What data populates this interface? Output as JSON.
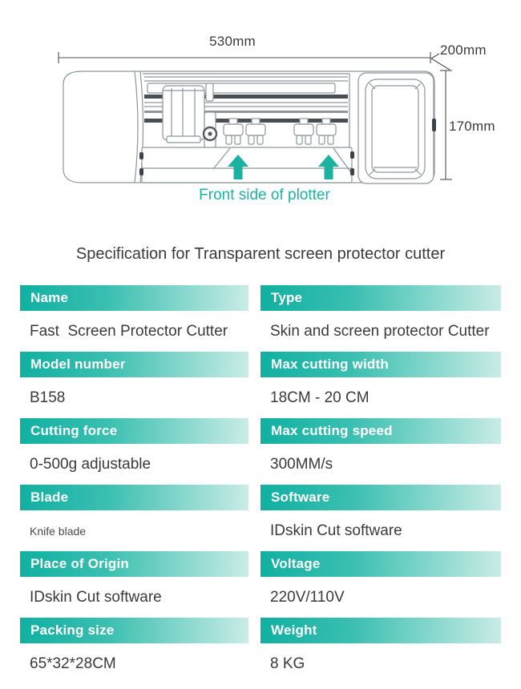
{
  "diagram": {
    "width_label": "530mm",
    "depth_label": "200mm",
    "height_label": "170mm",
    "caption": "Front side of plotter",
    "accent_color": "#1bb3a1",
    "line_color": "#8f959a"
  },
  "title": "Specification for Transparent screen protector cutter",
  "table": {
    "header_gradient_start": "#10b0a2",
    "header_gradient_end": "#c9ece6",
    "rows": [
      {
        "left": {
          "header": "Name",
          "value": "Fast  Screen Protector Cutter"
        },
        "right": {
          "header": "Type",
          "value": "Skin and screen protector Cutter"
        }
      },
      {
        "left": {
          "header": "Model number",
          "value": "B158"
        },
        "right": {
          "header": "Max cutting width",
          "value": "18CM - 20 CM"
        }
      },
      {
        "left": {
          "header": "Cutting force",
          "value": "0-500g adjustable"
        },
        "right": {
          "header": "Max cutting speed",
          "value": "300MM/s"
        }
      },
      {
        "left": {
          "header": "Blade",
          "value": "Knife blade"
        },
        "right": {
          "header": "Software",
          "value": "IDskin Cut software"
        }
      },
      {
        "left": {
          "header": "Place of Origin",
          "value": "IDskin Cut software"
        },
        "right": {
          "header": "Voltage",
          "value": "220V/110V"
        }
      },
      {
        "left": {
          "header": "Packing size",
          "value": "65*32*28CM"
        },
        "right": {
          "header": "Weight",
          "value": "8 KG"
        }
      }
    ]
  }
}
